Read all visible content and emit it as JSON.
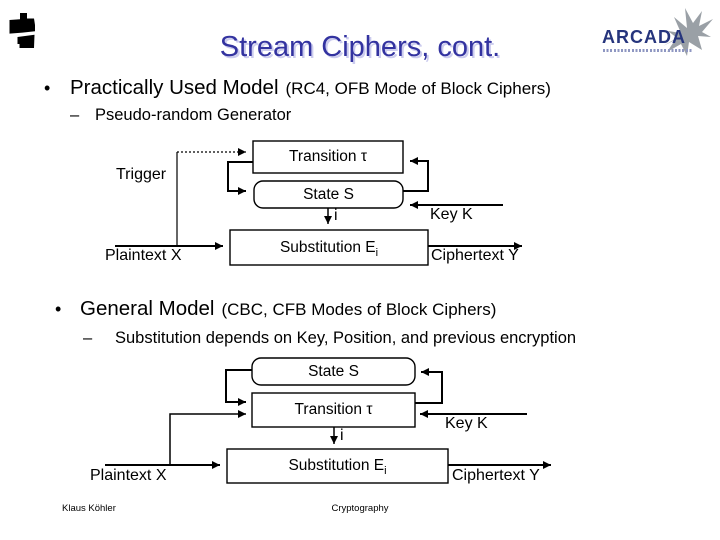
{
  "header": {
    "title": "Stream Ciphers, cont.",
    "logo_text": "ARCADA"
  },
  "bullets": [
    {
      "marker": "•",
      "main": "Practically Used Model",
      "detail": "(RC4, OFB Mode of Block Ciphers)",
      "sub_marker": "–",
      "sub_text": "Pseudo-random Generator"
    },
    {
      "marker": "•",
      "main": "General Model",
      "detail": "(CBC, CFB Modes of Block Ciphers)",
      "sub_marker": "–",
      "sub_text": "Substitution depends on Key, Position, and previous encryption"
    }
  ],
  "diagram1": {
    "transition_label": "Transition τ",
    "state_label": "State S",
    "substitution_label": "Substitution E",
    "substitution_subscript": "i",
    "index_label": "i",
    "trigger_label": "Trigger",
    "plaintext_label": "Plaintext X",
    "ciphertext_label": "Ciphertext Y",
    "key_label": "Key K"
  },
  "diagram2": {
    "state_label": "State S",
    "transition_label": "Transition τ",
    "substitution_label": "Substitution E",
    "substitution_subscript": "i",
    "index_label": "i",
    "plaintext_label": "Plaintext X",
    "ciphertext_label": "Ciphertext Y",
    "key_label": "Key K"
  },
  "footer": {
    "author": "Klaus Köhler",
    "course": "Cryptography"
  },
  "colors": {
    "title_blue": "#3333a0",
    "title_shadow": "#ccccee",
    "logo_navy": "#26357d",
    "bird_gray": "#9aa0a6",
    "line_black": "#000000"
  }
}
